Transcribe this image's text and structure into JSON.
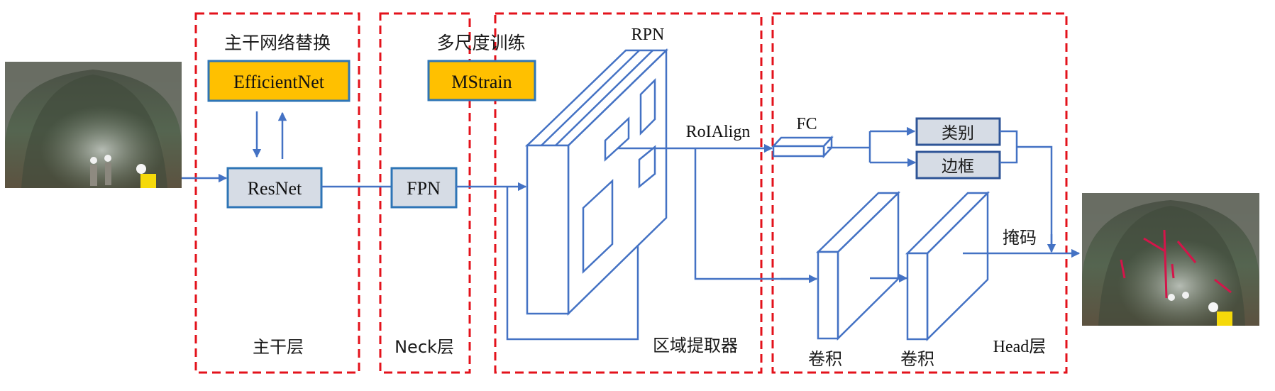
{
  "diagram": {
    "title": "Mask R-CNN improved architecture for tunnel face crack segmentation",
    "colors": {
      "section_border": "#e3121b",
      "flow": "#4472c4",
      "highlight_box": "#ffc000",
      "module_box": "#d6dce5"
    },
    "input_image": {
      "label": "tunnel-face-input-photo"
    },
    "output_image": {
      "label": "tunnel-face-segmented-photo"
    },
    "sections": {
      "backbone": {
        "header": "主干网络替换",
        "footer": "主干层",
        "replacement_module": "EfficientNet",
        "module": "ResNet"
      },
      "neck": {
        "header": "多尺度训练",
        "footer": "Neck层",
        "training_module": "MStrain",
        "module": "FPN"
      },
      "region": {
        "header": "RPN",
        "footer": "区域提取器",
        "roi_label": "RoIAlign"
      },
      "head": {
        "footer": "Head层",
        "fc_label": "FC",
        "class_label": "类别",
        "bbox_label": "边框",
        "mask_label": "掩码",
        "conv1_label": "卷积",
        "conv2_label": "卷积"
      }
    }
  }
}
